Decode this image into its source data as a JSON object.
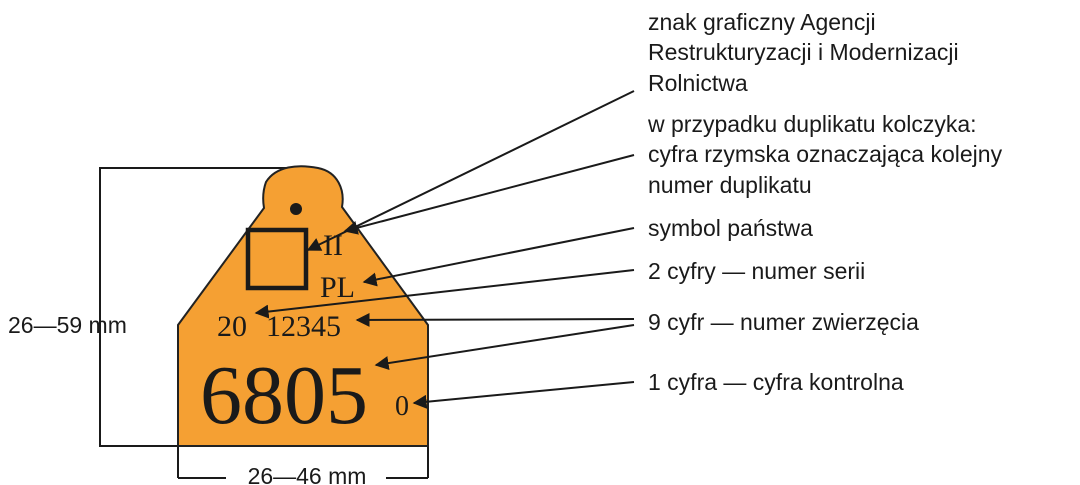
{
  "tag": {
    "duplicate_numeral": "II",
    "country_code": "PL",
    "series_number": "20",
    "animal_number": "12345",
    "big_number": "6805",
    "check_digit": "0",
    "fill_color": "#f5a033",
    "outline_color": "#222222"
  },
  "dimensions": {
    "height_label": "26—59 mm",
    "width_label": "26—46 mm"
  },
  "annotations": {
    "logo": [
      "znak graficzny Agencji",
      "Restrukturyzacji i Modernizacji",
      "Rolnictwa"
    ],
    "duplicate": [
      "w przypadku duplikatu kolczyka:",
      "cyfra rzymska oznaczająca kolejny",
      "numer duplikatu"
    ],
    "country": "symbol państwa",
    "series": "2 cyfry — numer serii",
    "animal": "9 cyfr — numer zwierzęcia",
    "check": "1 cyfra — cyfra kontrolna"
  }
}
